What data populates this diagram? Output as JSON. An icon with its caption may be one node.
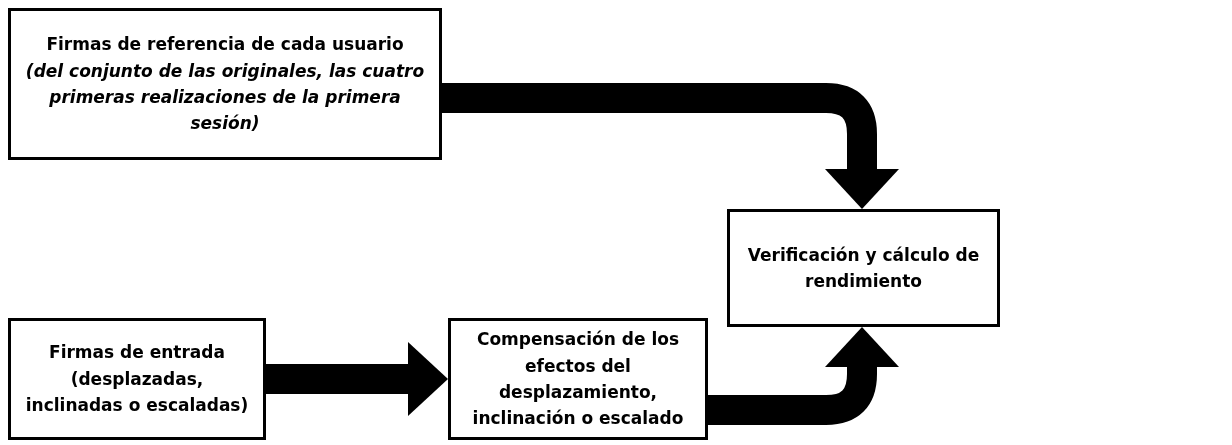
{
  "diagram": {
    "nodes": [
      {
        "text": [
          "Firmas de referencia de cada usuario",
          "(del conjunto de las originales, las cuatro primeras realizaciones de la primera sesión)"
        ]
      },
      {
        "text": [
          "Verificación y cálculo de rendimiento"
        ]
      },
      {
        "text": [
          "Firmas de entrada (desplazadas, inclinadas o escaladas)"
        ]
      },
      {
        "text": [
          "Compensación de los efectos del desplazamiento, inclinación o escalado"
        ]
      }
    ],
    "edges": [
      {
        "from": 0,
        "to": 1,
        "arrow": "to"
      },
      {
        "from": 2,
        "to": 3,
        "arrow": "to"
      },
      {
        "from": 3,
        "to": 1,
        "arrow": "to"
      }
    ]
  }
}
